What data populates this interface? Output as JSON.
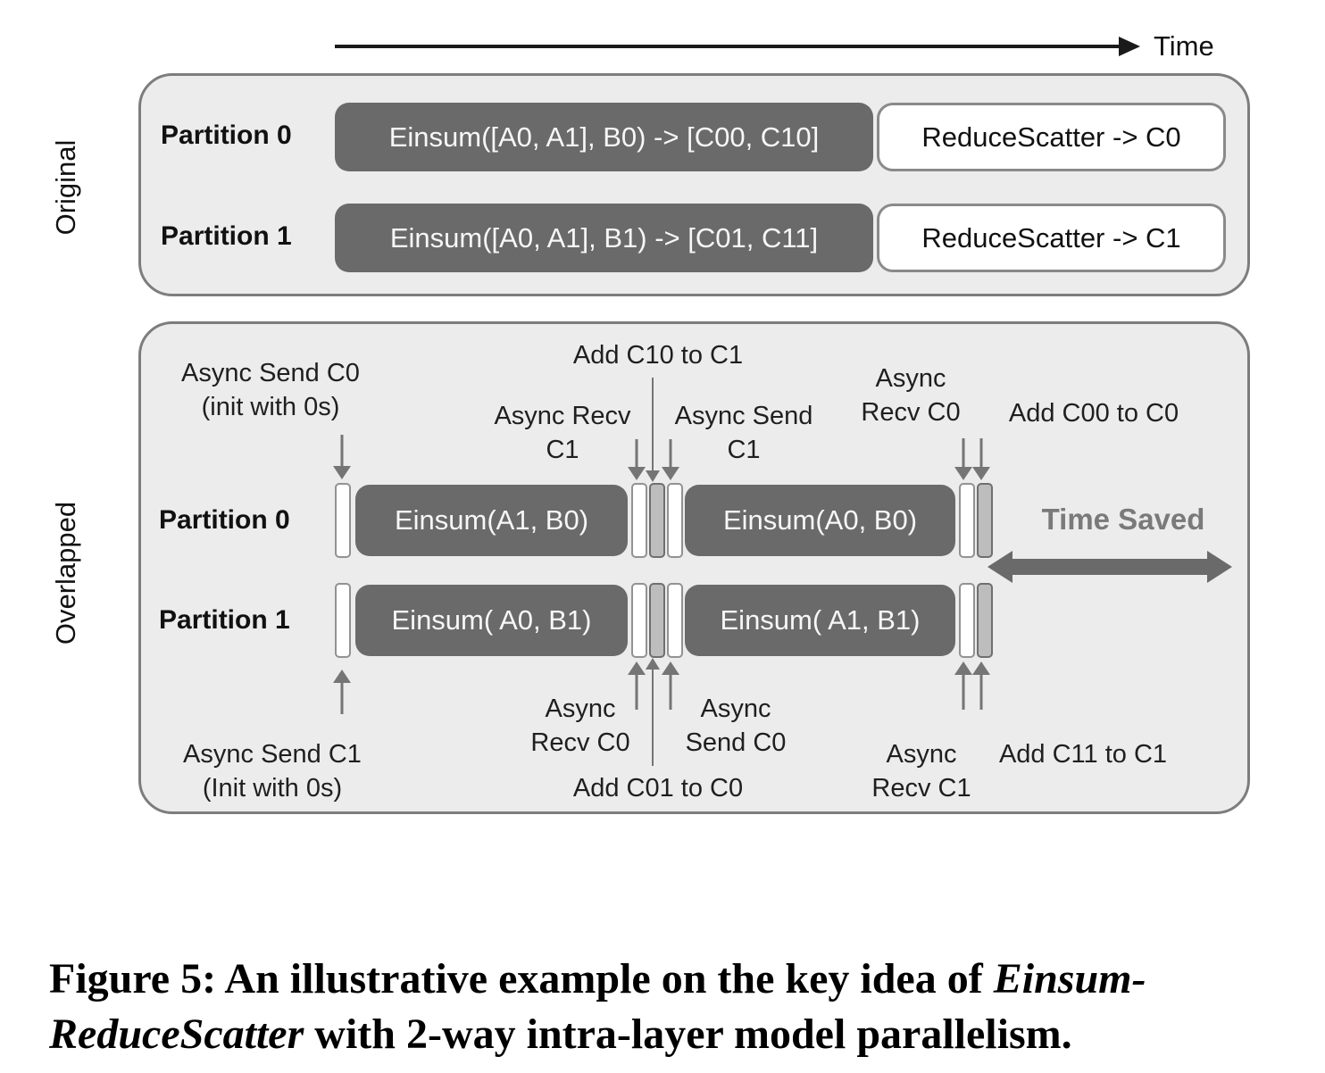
{
  "time_axis": {
    "label": "Time"
  },
  "original": {
    "side_label": "Original",
    "rows": [
      {
        "partition": "Partition 0",
        "einsum": "Einsum([A0, A1], B0) -> [C00, C10]",
        "reduce_scatter": "ReduceScatter -> C0"
      },
      {
        "partition": "Partition 1",
        "einsum": "Einsum([A0, A1], B1) -> [C01, C11]",
        "reduce_scatter": "ReduceScatter -> C1"
      }
    ]
  },
  "overlapped": {
    "side_label": "Overlapped",
    "rows": [
      {
        "partition": "Partition 0",
        "einsum_first": "Einsum(A1, B0)",
        "einsum_second": "Einsum(A0, B0)"
      },
      {
        "partition": "Partition 1",
        "einsum_first": "Einsum( A0, B1)",
        "einsum_second": "Einsum( A1, B1)"
      }
    ],
    "time_saved_label": "Time Saved",
    "annotations_top": {
      "async_send_c0": [
        "Async Send C0",
        "(init with 0s)"
      ],
      "add_c10": "Add C10 to C1",
      "async_recv_c1": [
        "Async Recv",
        "C1"
      ],
      "async_send_c1": [
        "Async Send",
        "C1"
      ],
      "async_recv_c0": [
        "Async",
        "Recv C0"
      ],
      "add_c00": "Add C00 to C0"
    },
    "annotations_bottom": {
      "async_send_c1": [
        "Async Send C1",
        "(Init with 0s)"
      ],
      "async_recv_c0": [
        "Async",
        "Recv C0"
      ],
      "async_send_c0": [
        "Async",
        "Send C0"
      ],
      "add_c01": "Add C01 to C0",
      "async_recv_c1": [
        "Async",
        "Recv C1"
      ],
      "add_c11": "Add C11 to C1"
    }
  },
  "caption": {
    "line1_normal": "Figure 5: An illustrative example on the key idea of ",
    "line1_italic": "Einsum-",
    "line2_italic": "ReduceScatter",
    "line2_normal": " with 2-way intra-layer model parallelism."
  },
  "colors": {
    "panel_bg": "#ececec",
    "panel_border": "#7d7d7d",
    "box_dark": "#6a6a6a",
    "bar_gray": "#bdbdbd",
    "arrow_gray": "#757575",
    "time_saved_gray": "#7a7a7a"
  }
}
